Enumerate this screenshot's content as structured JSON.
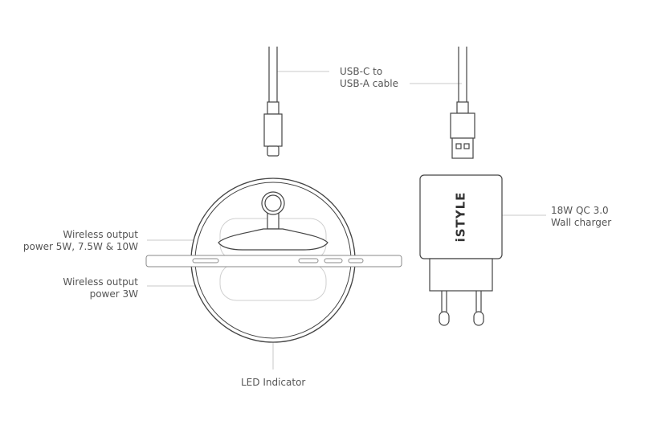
{
  "labels": {
    "usb_cable": {
      "line1": "USB-C to",
      "line2": "USB-A cable"
    },
    "wall_charger": {
      "line1": "18W QC 3.0",
      "line2": "Wall charger"
    },
    "wireless_high": {
      "line1": "Wireless output",
      "line2": "power 5W, 7.5W & 10W"
    },
    "wireless_low": {
      "line1": "Wireless output",
      "line2": "power 3W"
    },
    "led": "LED Indicator"
  },
  "brand_logo": "iSTYLE",
  "colors": {
    "line": "#444444",
    "leader": "#c8c8c8",
    "text": "#555555",
    "faint": "#cfcfcf"
  }
}
